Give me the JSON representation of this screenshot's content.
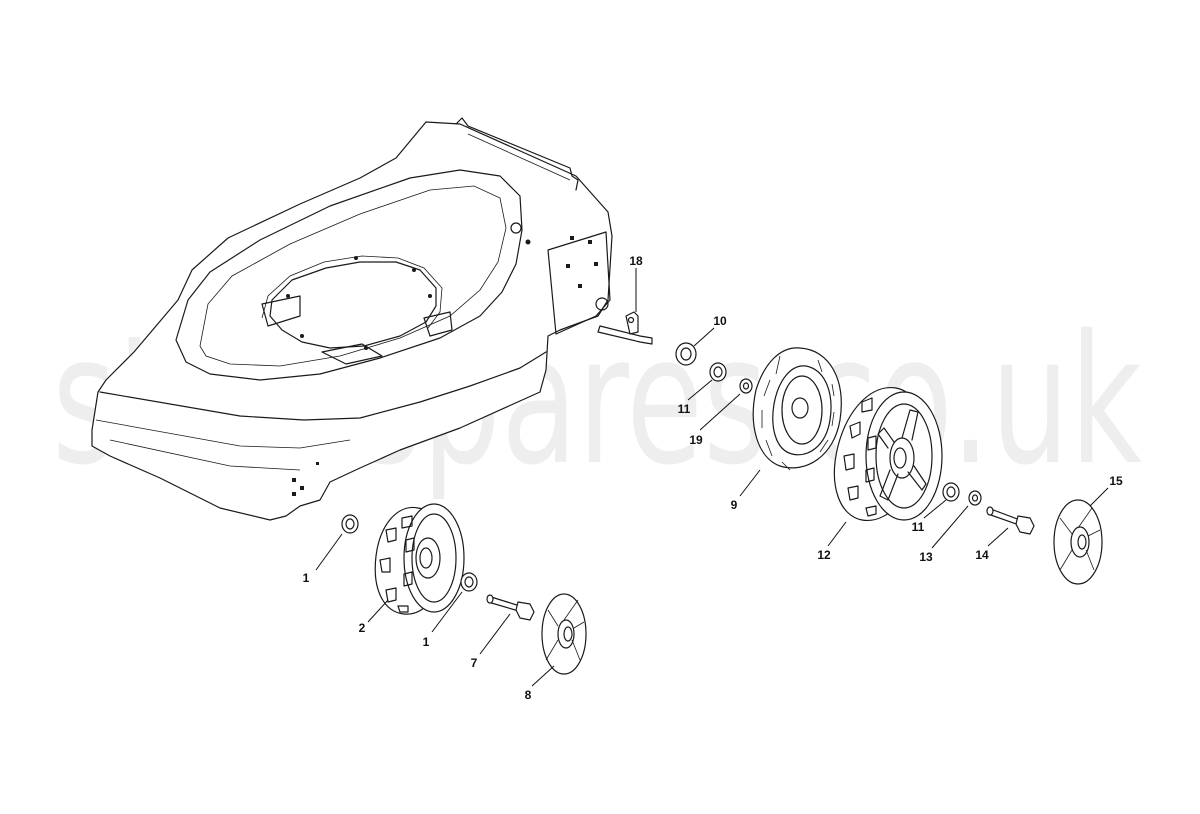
{
  "watermark": "stigaspares.co.uk",
  "callouts": [
    {
      "id": "c1a",
      "label": "1"
    },
    {
      "id": "c2",
      "label": "2"
    },
    {
      "id": "c1b",
      "label": "1"
    },
    {
      "id": "c7",
      "label": "7"
    },
    {
      "id": "c8",
      "label": "8"
    },
    {
      "id": "c18",
      "label": "18"
    },
    {
      "id": "c10",
      "label": "10"
    },
    {
      "id": "c11a",
      "label": "11"
    },
    {
      "id": "c19",
      "label": "19"
    },
    {
      "id": "c9",
      "label": "9"
    },
    {
      "id": "c12",
      "label": "12"
    },
    {
      "id": "c11b",
      "label": "11"
    },
    {
      "id": "c13",
      "label": "13"
    },
    {
      "id": "c14",
      "label": "14"
    },
    {
      "id": "c15",
      "label": "15"
    }
  ]
}
